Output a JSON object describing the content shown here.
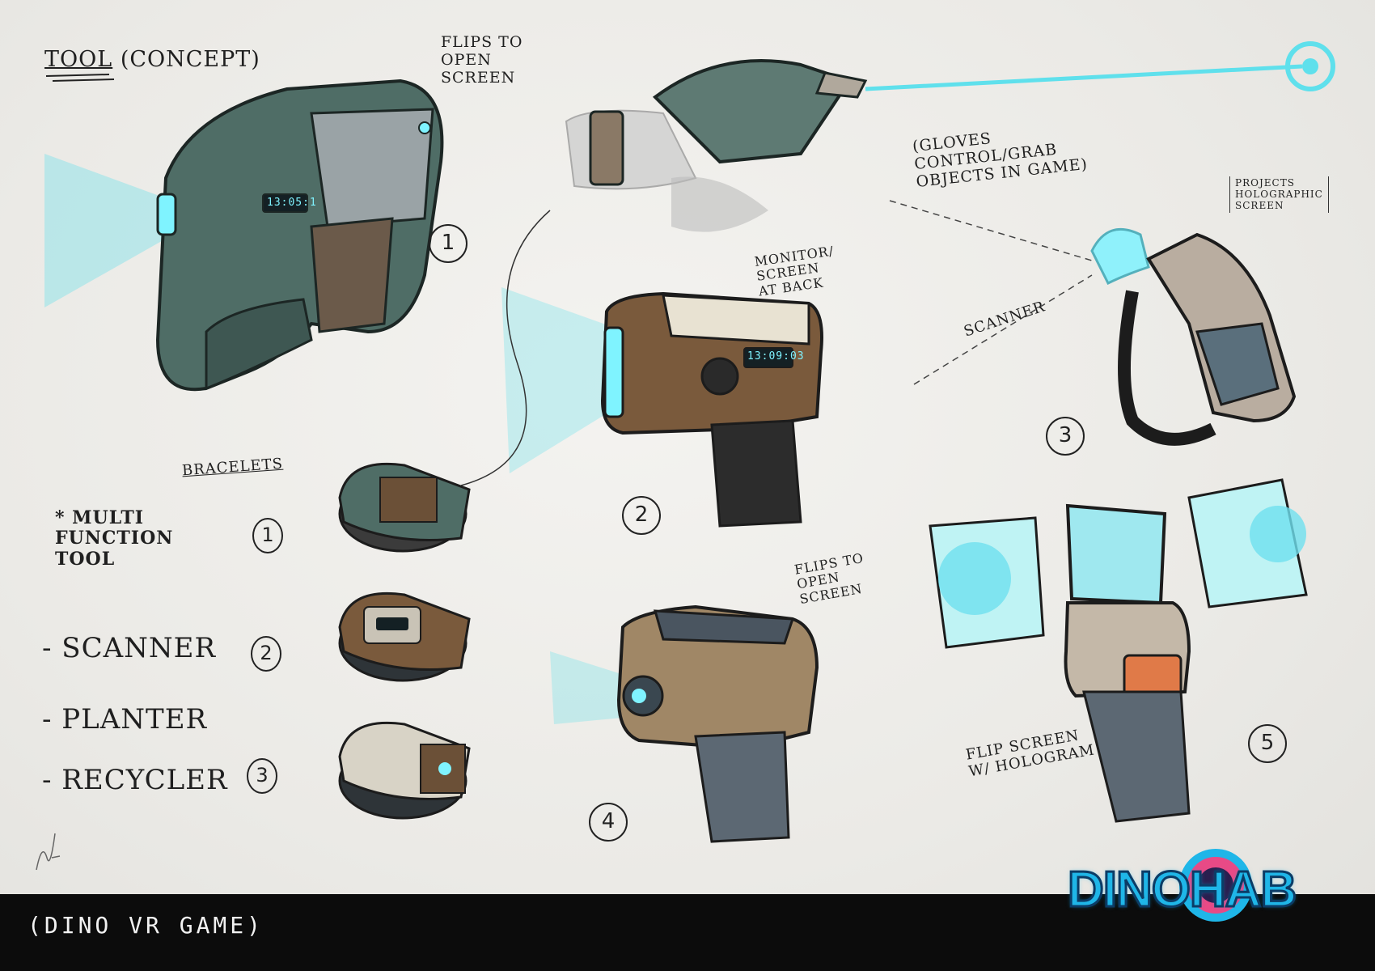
{
  "heading": {
    "title": "TOOL",
    "subtitle": "(CONCEPT)"
  },
  "annotations": {
    "flips_top": "FLIPS TO\nOPEN\nSCREEN",
    "gloves": "(GLOVES\nCONTROL/GRAB\nOBJECTS IN GAME)",
    "projects": "PROJECTS\nHOLOGRAPHIC\nSCREEN",
    "monitor": "MONITOR/\nSCREEN\nAT BACK",
    "scanner": "SCANNER",
    "flips_bottom": "FLIPS TO\nOPEN\nSCREEN",
    "flip_screen": "FLIP SCREEN\nW/ HOLOGRAM"
  },
  "list": {
    "heading": "BRACELETS",
    "intro": "* MULTI\nFUNCTION\nTOOL",
    "items": [
      {
        "label": "- SCANNER",
        "num": "2"
      },
      {
        "label": "- PLANTER",
        "num": ""
      },
      {
        "label": "- RECYCLER",
        "num": "3"
      }
    ],
    "intro_num": "1"
  },
  "numbers": {
    "tool1": "1",
    "tool2": "2",
    "tool3": "3",
    "tool4": "4",
    "tool5": "5"
  },
  "displays": {
    "tool1": "13:05:1",
    "tool2": "13:09:03"
  },
  "footer": {
    "caption": "(DINO VR GAME)"
  },
  "logo": {
    "text": "DINOHAB"
  },
  "colors": {
    "accent_cyan": "#5fe0ec",
    "footer_bg": "#0c0c0c",
    "green_body": "#4f6d66",
    "brown_body": "#7a5a3c"
  }
}
